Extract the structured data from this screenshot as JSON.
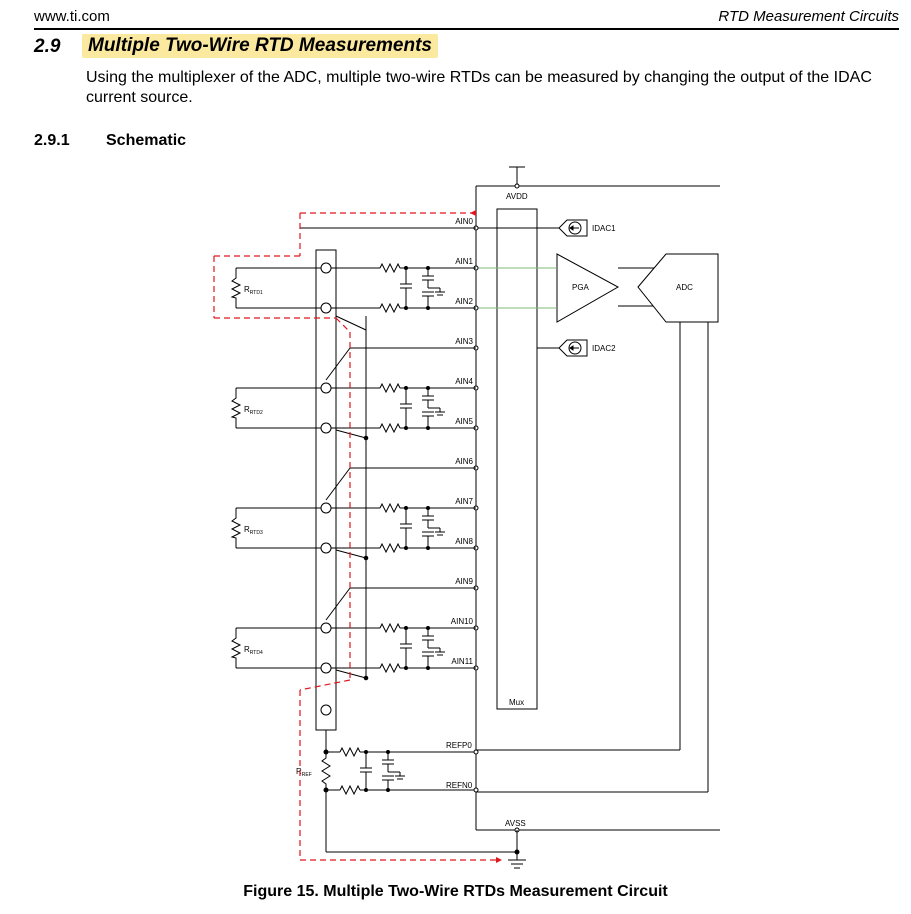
{
  "header": {
    "site": "www.ti.com",
    "chapter": "RTD Measurement Circuits"
  },
  "section": {
    "number": "2.9",
    "title": "Multiple Two-Wire RTD Measurements",
    "body": "Using the multiplexer of the ADC, multiple two-wire RTDs can be measured by changing the output of the IDAC current source."
  },
  "subsection": {
    "number": "2.9.1",
    "title": "Schematic"
  },
  "schematic": {
    "avdd": "AVDD",
    "avss": "AVSS",
    "ain": [
      "AIN0",
      "AIN1",
      "AIN2",
      "AIN3",
      "AIN4",
      "AIN5",
      "AIN6",
      "AIN7",
      "AIN8",
      "AIN9",
      "AIN10",
      "AIN11"
    ],
    "refp": "REFP0",
    "refn": "REFN0",
    "mux": "Mux",
    "pga": "PGA",
    "adc": "ADC",
    "idac1": "IDAC1",
    "idac2": "IDAC2",
    "rtd_main": "R",
    "rtd_subs": [
      "RTD1",
      "RTD2",
      "RTD3",
      "RTD4"
    ],
    "rref_main": "R",
    "rref_sub": "REF"
  },
  "figure_caption": "Figure 15. Multiple Two-Wire RTDs Measurement Circuit"
}
